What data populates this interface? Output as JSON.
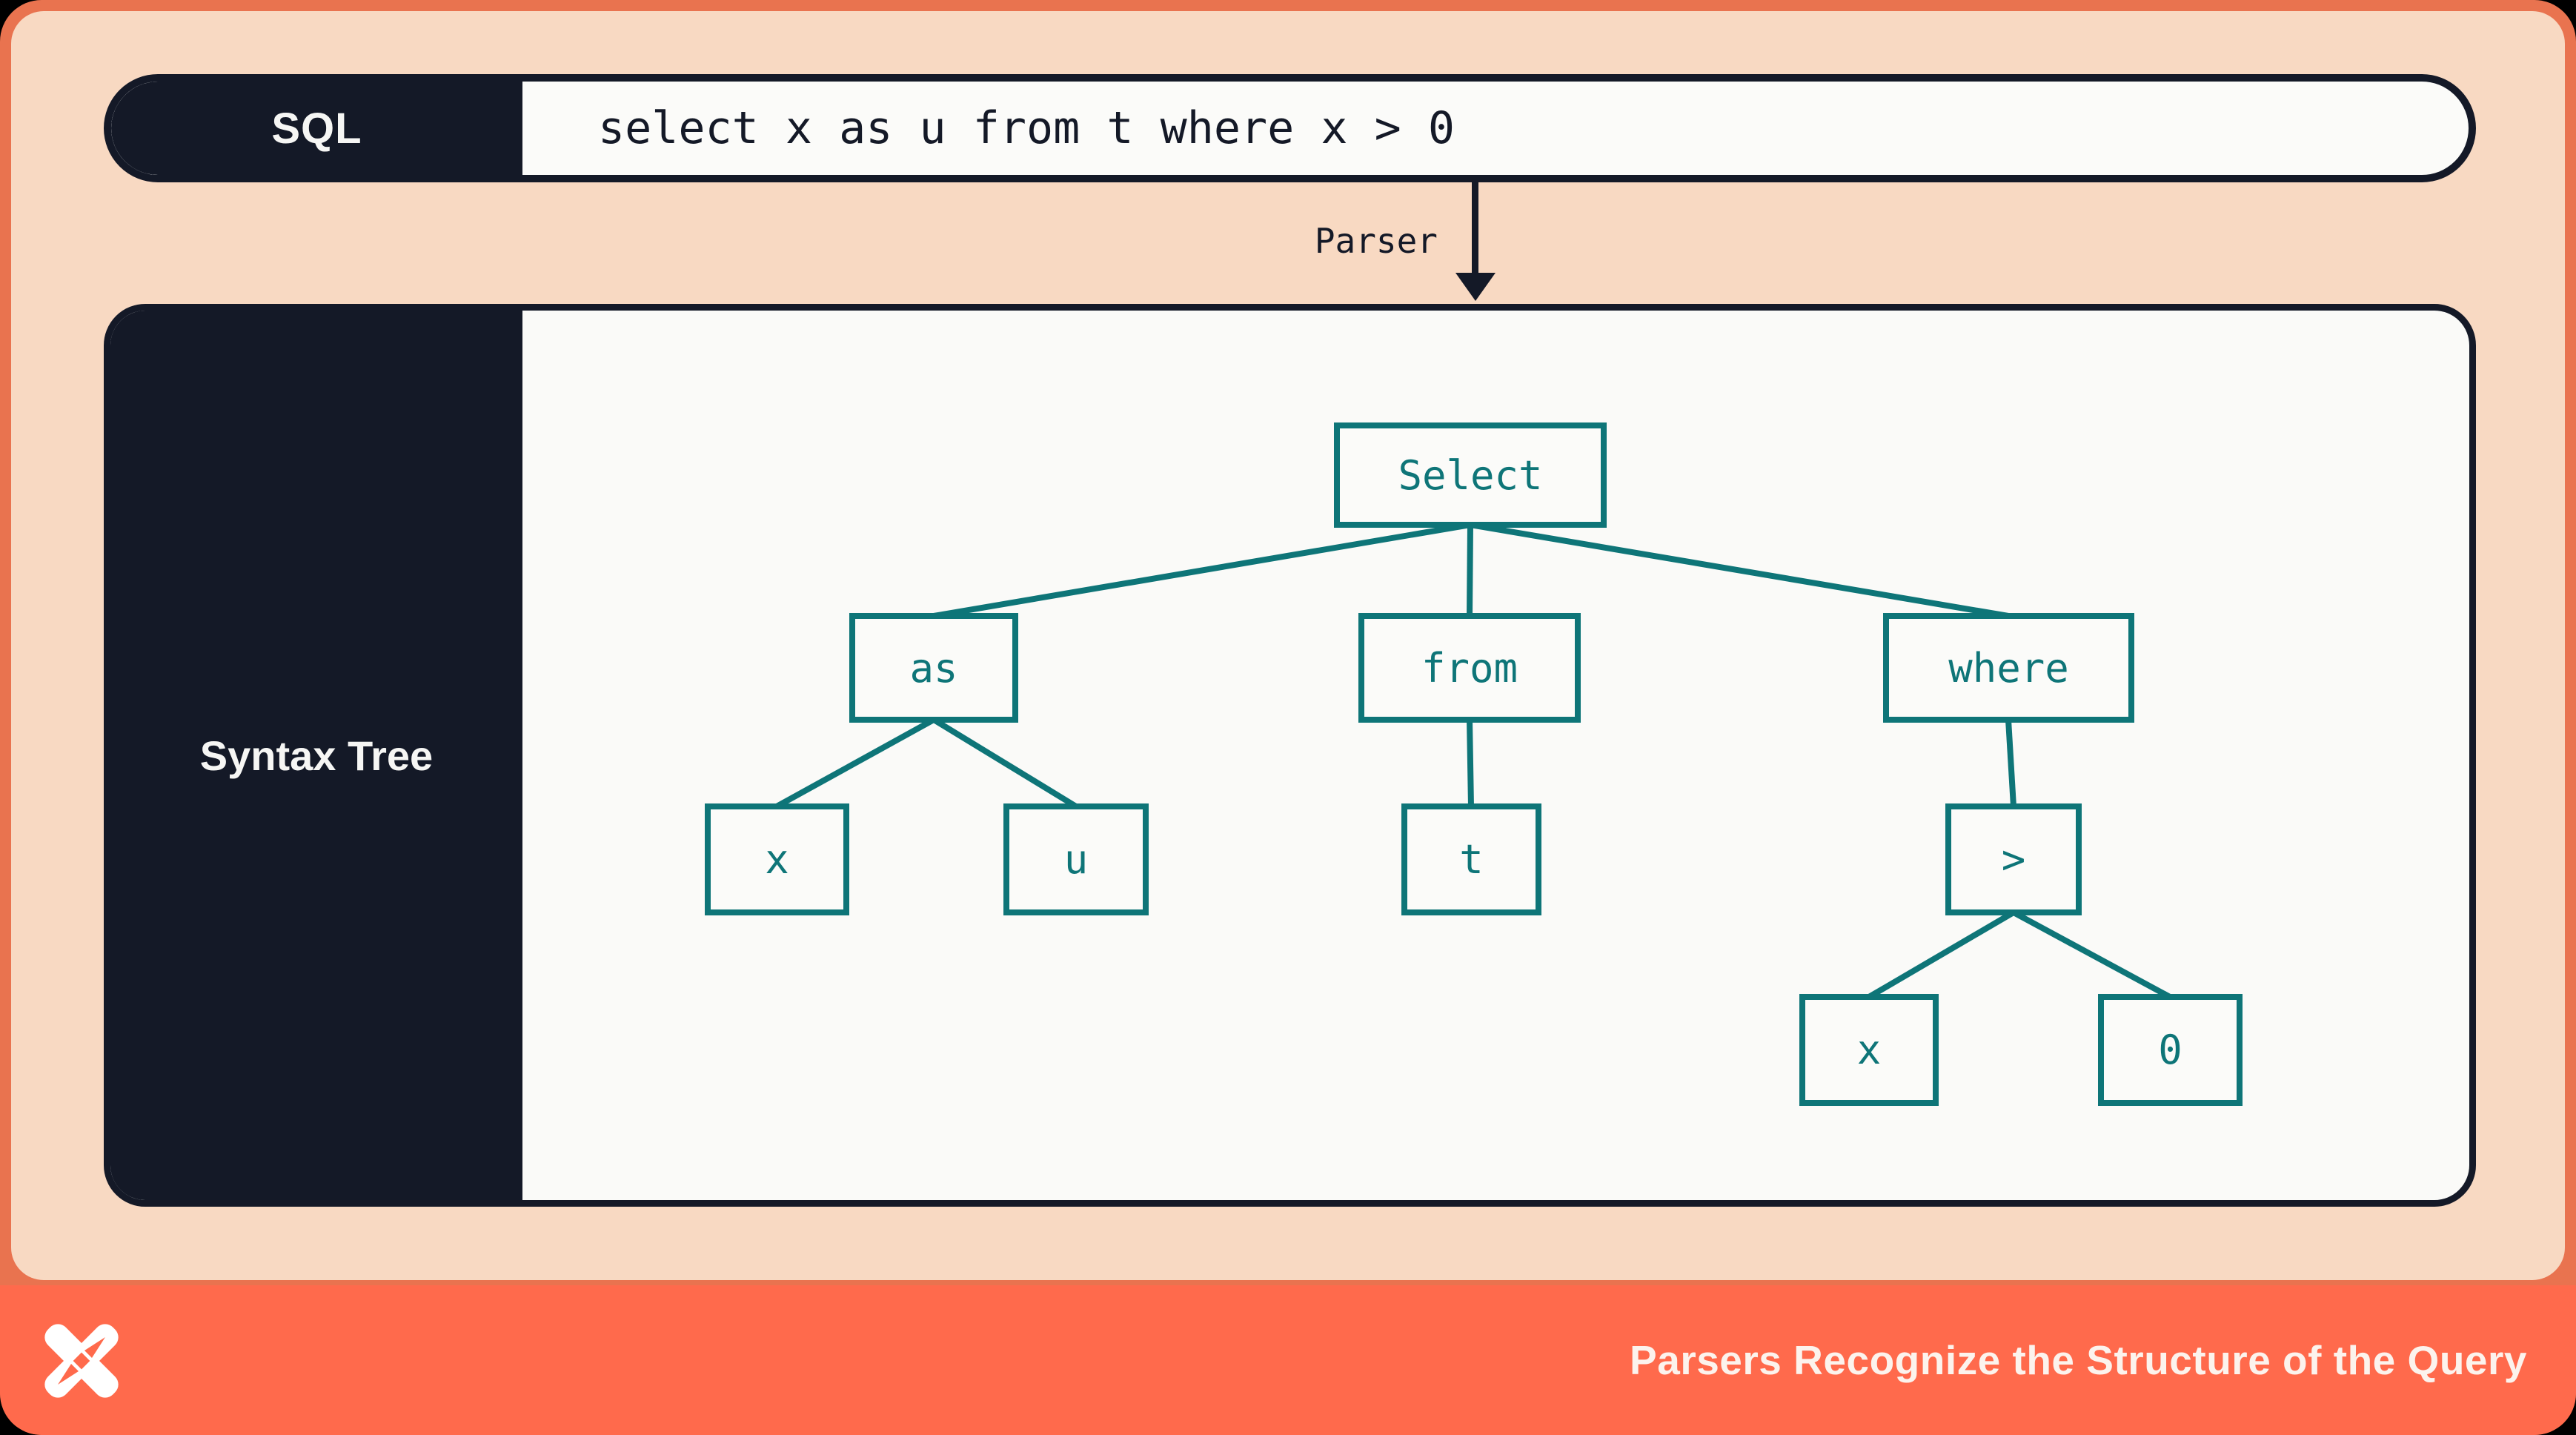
{
  "sql_bar": {
    "label": "SQL",
    "query": "select x as u from t where x > 0"
  },
  "parser_arrow": {
    "label": "Parser"
  },
  "syntax_tree": {
    "panel_label": "Syntax Tree",
    "nodes": [
      {
        "id": "select",
        "label": "Select"
      },
      {
        "id": "as",
        "label": "as"
      },
      {
        "id": "from",
        "label": "from"
      },
      {
        "id": "where",
        "label": "where"
      },
      {
        "id": "x1",
        "label": "x"
      },
      {
        "id": "u",
        "label": "u"
      },
      {
        "id": "t",
        "label": "t"
      },
      {
        "id": "gt",
        "label": ">"
      },
      {
        "id": "x2",
        "label": "x"
      },
      {
        "id": "zero",
        "label": "0"
      }
    ],
    "edges": [
      [
        "Select",
        "as"
      ],
      [
        "Select",
        "from"
      ],
      [
        "Select",
        "where"
      ],
      [
        "as",
        "x"
      ],
      [
        "as",
        "u"
      ],
      [
        "from",
        "t"
      ],
      [
        "where",
        ">"
      ],
      [
        ">",
        "x"
      ],
      [
        ">",
        "0"
      ]
    ]
  },
  "footer": {
    "title": "Parsers Recognize the Structure of the Query",
    "logo": "x-pinwheel-logo"
  },
  "colors": {
    "frame_coral": "#e9734f",
    "footer_coral": "#ff6a4c",
    "peach": "#f8d9c2",
    "dark_navy": "#141927",
    "teal": "#0e7578",
    "off_white": "#fafaf8"
  }
}
